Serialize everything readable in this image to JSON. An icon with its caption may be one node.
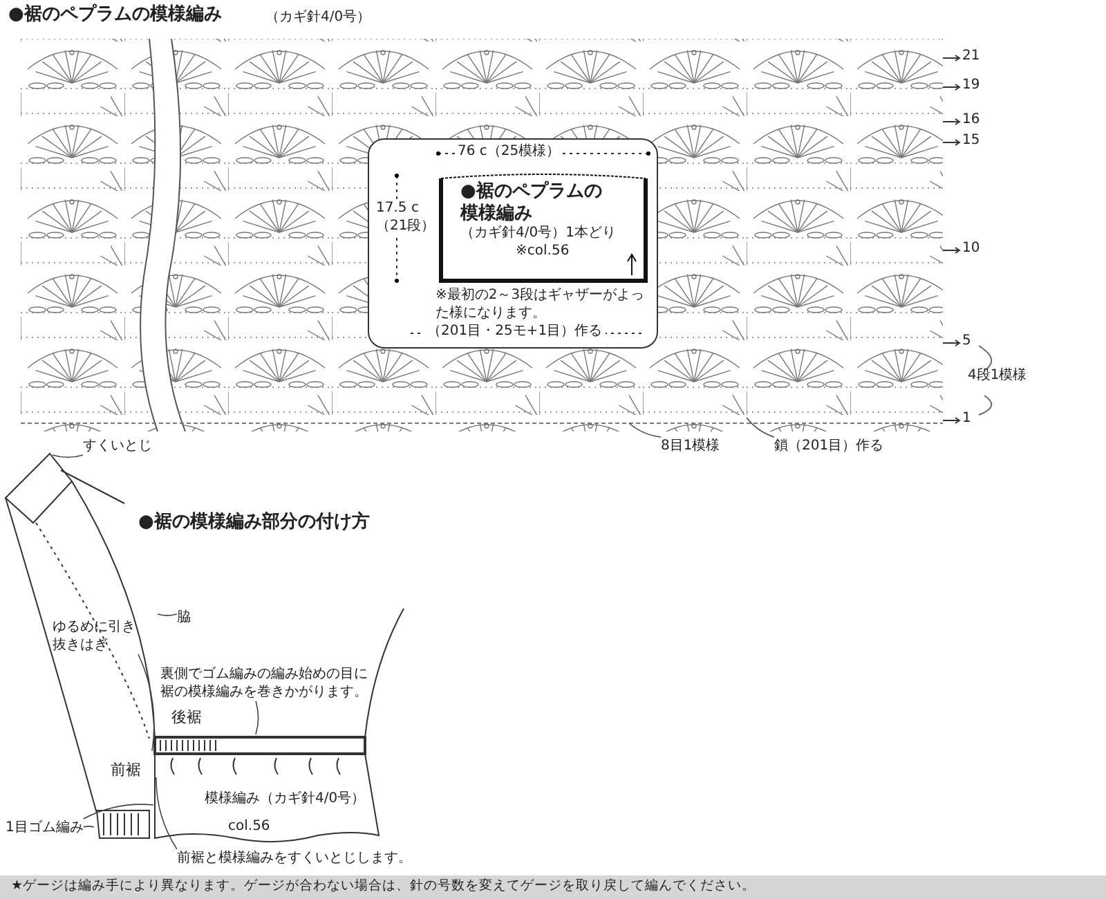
{
  "diagram": {
    "nodes": [
      {
        "text": [
          "※最初の2～3段はギャザーがよった様になります。"
        ]
      },
      {
        "text": [
          "●裾のペプラムの模様編み",
          "（カギ針4/0号）1本どり",
          "※col.56"
        ],
        "in": 0
      },
      {
        "text": [
          "8目1模様"
        ]
      },
      {
        "text": [
          "鎖（201目）作る"
        ]
      },
      {
        "text": [
          "すくいとじ"
        ]
      },
      {
        "text": [
          "ゆるめに引き抜きはぎ"
        ]
      },
      {
        "text": [
          "脇"
        ]
      },
      {
        "text": [
          "裏側でゴム編みの編み始めの目に裾の模様編みを巻きかがります。"
        ]
      },
      {
        "text": [
          "1目ゴム編み"
        ]
      },
      {
        "text": [
          "前裾と模様編みをすくいとじします。"
        ]
      }
    ],
    "edges": [
      {
        "from": 2,
        "to": null,
        "arrow": "none"
      },
      {
        "from": 3,
        "to": null,
        "arrow": "none"
      },
      {
        "from": 4,
        "to": null,
        "arrow": "none"
      },
      {
        "from": 5,
        "to": null,
        "arrow": "none"
      },
      {
        "from": 6,
        "to": null,
        "arrow": "none"
      },
      {
        "from": 7,
        "to": null,
        "arrow": "none"
      },
      {
        "from": 8,
        "to": null,
        "arrow": "none"
      },
      {
        "from": 8,
        "to": null,
        "arrow": "none"
      },
      {
        "from": 9,
        "to": null,
        "arrow": "none"
      }
    ],
    "labels": [
      "●裾のペプラムの模様編み",
      "（カギ針4/0号）",
      "21",
      "19",
      "16",
      "15",
      "10",
      "5",
      "1",
      "76 c（25模様）",
      "17.5 c（21段）",
      "（201目・25モ+1目）作る",
      "4段1模様",
      "●裾の模様編み部分の付け方",
      "後裾",
      "前裾",
      "模様編み（カギ針4/0号）",
      "col.56",
      "★ゲージは編み手により異なります。ゲージが合わない場合は、針の号数を変えてゲージを取り戻して編んでください。"
    ]
  }
}
